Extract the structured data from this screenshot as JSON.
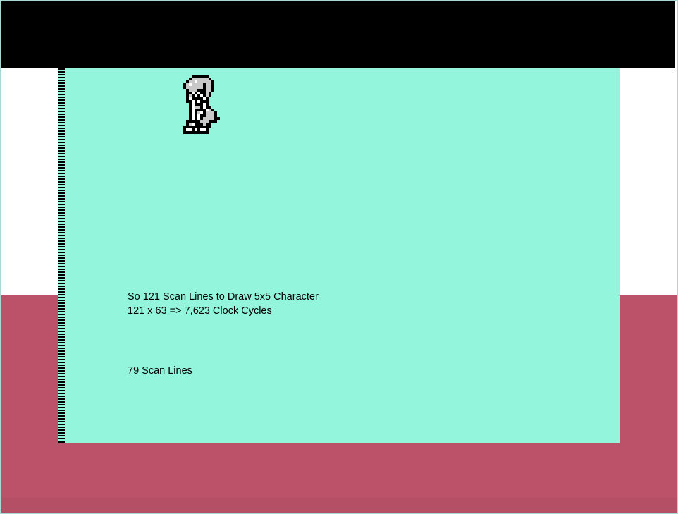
{
  "colors": {
    "top_bar": "#000000",
    "playfield": "#92f5dc",
    "bottom_band": "#bc526a",
    "side_area": "#ffffff",
    "sprite_fill": "#c8c8c8",
    "sprite_outline": "#000000",
    "sprite_highlight": "#ffffff"
  },
  "sprite": {
    "icon": "pixel-character-sprite",
    "description_name": "character-sprite"
  },
  "annotations": {
    "line1": "So 121 Scan Lines to Draw 5x5 Character",
    "line2": "121 x 63 => 7,623 Clock Cycles",
    "line3": "79 Scan Lines"
  }
}
